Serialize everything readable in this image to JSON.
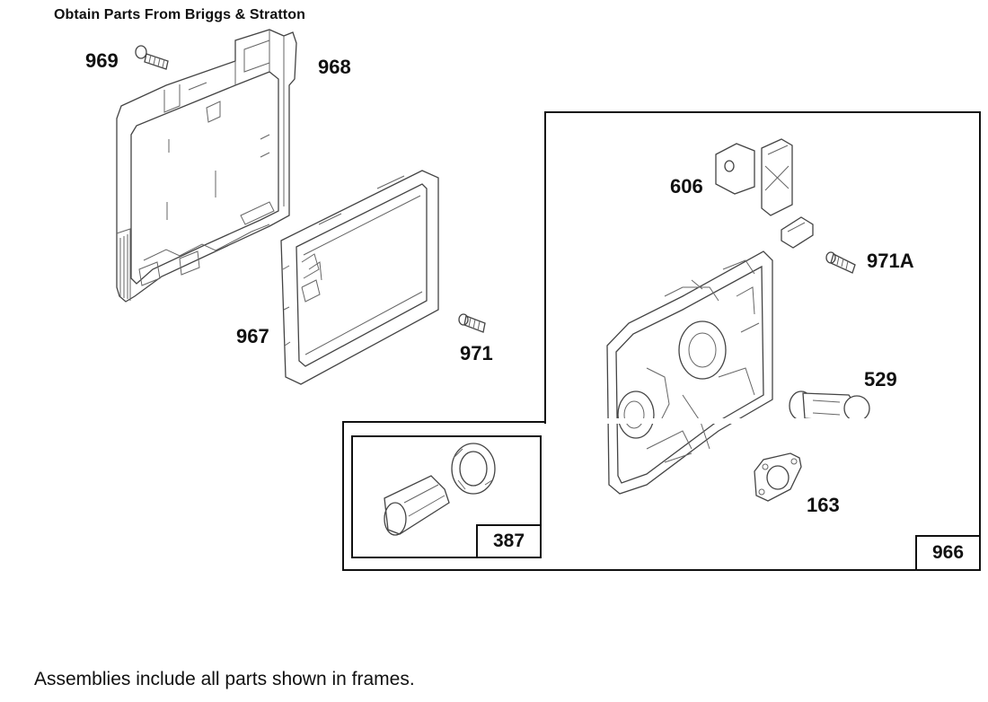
{
  "header_note": "Obtain Parts From Briggs & Stratton",
  "footer_note": "Assemblies include all parts shown in frames.",
  "callouts": {
    "p969": "969",
    "p968": "968",
    "p967": "967",
    "p971": "971",
    "p606": "606",
    "p971a": "971A",
    "p529": "529",
    "p163": "163"
  },
  "frames": {
    "assembly_966": "966",
    "assembly_387": "387"
  },
  "colors": {
    "line": "#444444",
    "text": "#111111",
    "background": "#ffffff"
  }
}
